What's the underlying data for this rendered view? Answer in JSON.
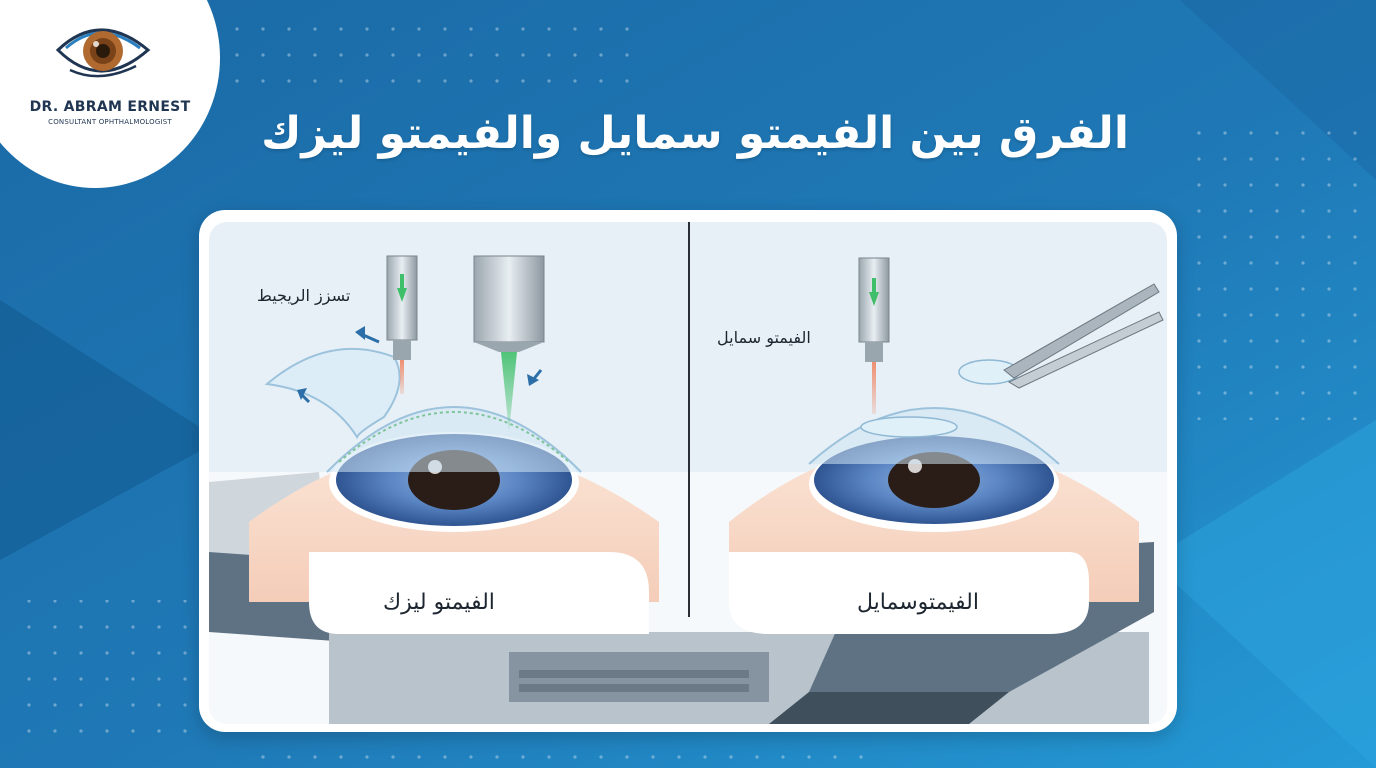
{
  "brand": {
    "name": "DR. ABRAM ERNEST",
    "subtitle": "CONSULTANT OPHTHALMOLOGIST",
    "logo_icon": "eye-icon"
  },
  "title": "الفرق بين الفيمتو سمايل والفيمتو ليزك",
  "panels": {
    "left": {
      "label": "الفيمتو ليزك",
      "callout": "تسزز الريجيط"
    },
    "right": {
      "label": "الفيمتوسمايل",
      "callout": "الفيمتو سمايل"
    }
  },
  "colors": {
    "background": "#1b6fae",
    "background_light": "#2a8fd0",
    "card": "#ffffff",
    "panel_bg": "#e7f0f6",
    "iris": "#5b86c4",
    "laser_red": "#f08a6a",
    "laser_green": "#3fbf6a",
    "arrow_blue": "#2b6ea8"
  }
}
